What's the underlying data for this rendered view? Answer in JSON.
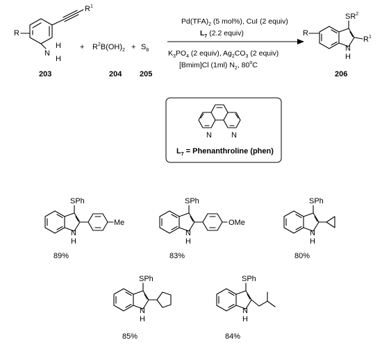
{
  "reaction": {
    "reactant1": {
      "number": "203",
      "substituent_R": "R",
      "substituent_R1": "R",
      "superscript": "1",
      "nh_N": "N",
      "nh_H": "H"
    },
    "plus1": "+",
    "reactant2": {
      "number": "204",
      "formula_pre": "R",
      "formula_sup": "2",
      "formula_post": "B(OH)",
      "formula_sub": "2"
    },
    "plus2": "+",
    "reactant3": {
      "number": "205",
      "formula": "S",
      "formula_sub": "8"
    },
    "product": {
      "number": "206",
      "substituent_R": "R",
      "sr_pre": "SR",
      "sr_sup": "2",
      "r1_pre": "R",
      "r1_sup": "1",
      "n": "N",
      "h": "H"
    },
    "conditions": {
      "line1": "Pd(TFA)",
      "line1_sub": "2",
      "line1_post": " (5 mol%), CuI (2 equiv)",
      "line2_ligand": "L",
      "line2_ligand_sub": "7",
      "line2_post": " (2.2 equiv)",
      "line3_a": "K",
      "line3_a_sub": "3",
      "line3_b": "PO",
      "line3_b_sub": "4",
      "line3_c": " (2 equiv), Ag",
      "line3_c_sub": "2",
      "line3_d": "CO",
      "line3_d_sub": "3",
      "line3_e": " (2 equiv)",
      "line4": "[Bmim]Cl (1ml) N",
      "line4_sub": "2",
      "line4_post": ", 80",
      "line4_deg": "o",
      "line4_end": "C"
    }
  },
  "ligand_box": {
    "label_pre": "L",
    "label_sub": "7",
    "label_post": " = Phenanthroline (phen)",
    "atom_n1": "N",
    "atom_n2": "N"
  },
  "examples": [
    {
      "sph": "SPh",
      "nh": "N",
      "h": "H",
      "group": "Me",
      "yield": "89%"
    },
    {
      "sph": "SPh",
      "nh": "N",
      "h": "H",
      "group": "OMe",
      "yield": "83%"
    },
    {
      "sph": "SPh",
      "nh": "N",
      "h": "H",
      "yield": "80%"
    },
    {
      "sph": "SPh",
      "nh": "N",
      "h": "H",
      "yield": "85%"
    },
    {
      "sph": "SPh",
      "nh": "N",
      "h": "H",
      "yield": "84%"
    }
  ]
}
